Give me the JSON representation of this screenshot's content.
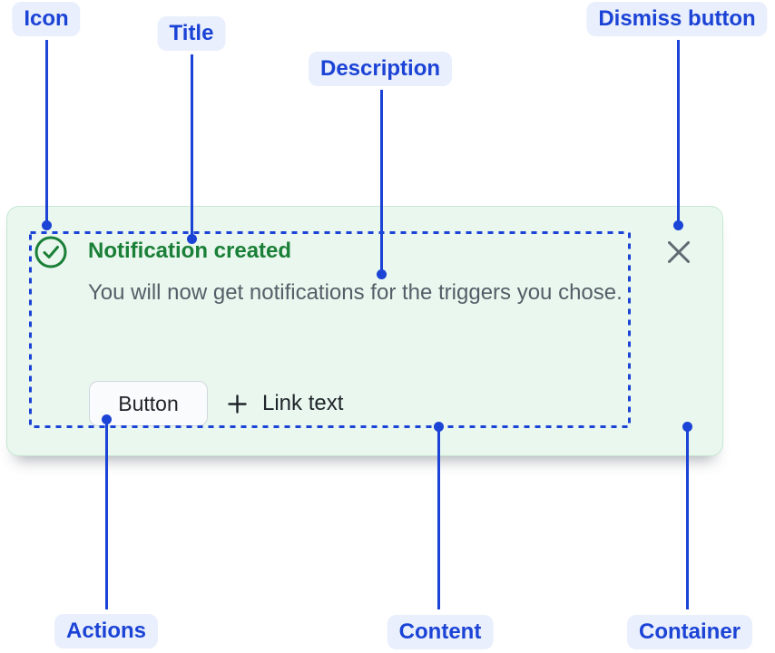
{
  "annotations": {
    "icon": "Icon",
    "title": "Title",
    "description": "Description",
    "dismiss": "Dismiss button",
    "actions": "Actions",
    "content": "Content",
    "container": "Container"
  },
  "notification": {
    "title": "Notification created",
    "description": "You will now get notifications for the triggers you chose.",
    "button_label": "Button",
    "link_label": "Link text"
  },
  "icons": {
    "status": "check-circle-icon",
    "link_prefix": "plus-icon",
    "dismiss": "close-icon"
  },
  "colors": {
    "annotation_blue": "#1b43d6",
    "annotation_pill_bg": "#e9effc",
    "success_green": "#1a7f37",
    "card_bg": "#e9f7ee",
    "card_border": "#c6e8d1",
    "description_text": "#555e68",
    "action_text": "#1f2429",
    "button_bg": "#fafbfc",
    "button_border": "#d0d7de",
    "dismiss_gray": "#5f6971"
  }
}
